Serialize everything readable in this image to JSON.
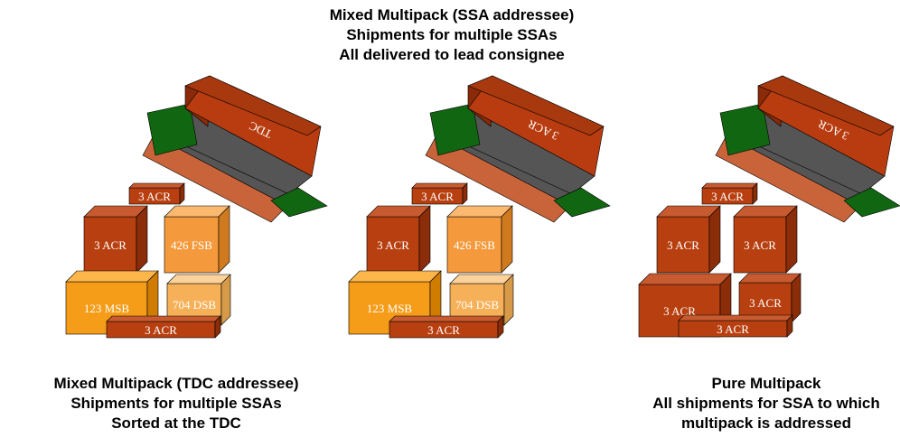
{
  "captions": {
    "top": [
      "Mixed Multipack (SSA addressee)",
      "Shipments for multiple SSAs",
      "All delivered to lead consignee"
    ],
    "left": [
      "Mixed Multipack (TDC addressee)",
      "Shipments for multiple SSAs",
      "Sorted at the TDC"
    ],
    "right": [
      "Pure Multipack",
      "All shipments for SSA to which",
      "multipack is addressed"
    ]
  },
  "groups": [
    {
      "lid_label": "TDC",
      "boxes": [
        {
          "label": "3 ACR",
          "kind": "acr"
        },
        {
          "label": "3 ACR",
          "kind": "acr"
        },
        {
          "label": "426 FSB",
          "kind": "fsb"
        },
        {
          "label": "123 MSB",
          "kind": "msb"
        },
        {
          "label": "704 DSB",
          "kind": "dsb"
        },
        {
          "label": "3 ACR",
          "kind": "acr"
        }
      ]
    },
    {
      "lid_label": "3 ACR",
      "boxes": [
        {
          "label": "3 ACR",
          "kind": "acr"
        },
        {
          "label": "3 ACR",
          "kind": "acr"
        },
        {
          "label": "426 FSB",
          "kind": "fsb"
        },
        {
          "label": "123 MSB",
          "kind": "msb"
        },
        {
          "label": "704 DSB",
          "kind": "dsb"
        },
        {
          "label": "3 ACR",
          "kind": "acr"
        }
      ]
    },
    {
      "lid_label": "3 ACR",
      "boxes": [
        {
          "label": "3 ACR",
          "kind": "acr"
        },
        {
          "label": "3 ACR",
          "kind": "acr"
        },
        {
          "label": "3 ACR",
          "kind": "acr"
        },
        {
          "label": "3 ACR",
          "kind": "acr"
        },
        {
          "label": "3 ACR",
          "kind": "acr"
        },
        {
          "label": "3 ACR",
          "kind": "acr"
        }
      ]
    }
  ],
  "colors": {
    "acr": [
      "#b84010",
      "#c85a30",
      "#8a2d08"
    ],
    "fsb": [
      "#f59a3c",
      "#fbb970",
      "#d07a20"
    ],
    "msb": [
      "#f59c18",
      "#fdb64a",
      "#d07c00"
    ],
    "dsb": [
      "#f6b058",
      "#fcd29a",
      "#d79a48"
    ],
    "crate_red": "#b83c10",
    "crate_dark": "#8a2a08",
    "crate_grey": "#555555",
    "crate_green": "#116611",
    "crate_floor": "#c9643a"
  }
}
